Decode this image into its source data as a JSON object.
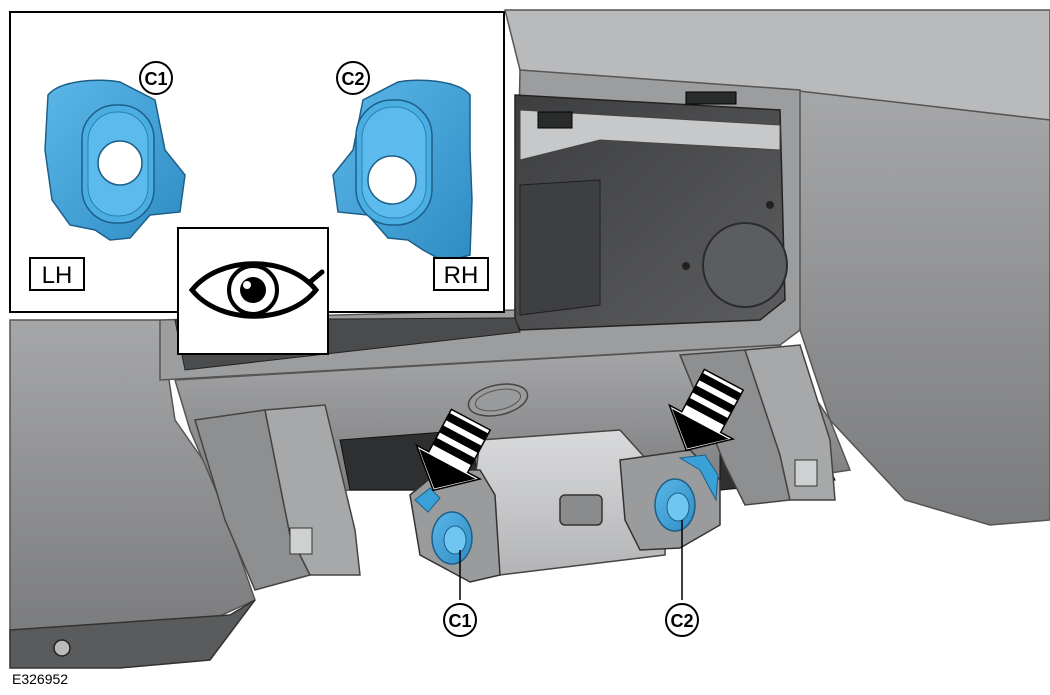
{
  "figure_id": "E326952",
  "callouts": {
    "inset_left": "C1",
    "inset_right": "C2",
    "main_left": "C1",
    "main_right": "C2"
  },
  "side_labels": {
    "left": "LH",
    "right": "RH"
  },
  "icons": {
    "view": "eye-icon",
    "arrow": "striped-arrow-icon",
    "logo": "oval-logo"
  },
  "colors": {
    "part_blue": "#3aa0d8",
    "part_blue_dark": "#2a7fb3",
    "body_grey": "#8a8b8d",
    "body_dark": "#4a4b4d"
  }
}
